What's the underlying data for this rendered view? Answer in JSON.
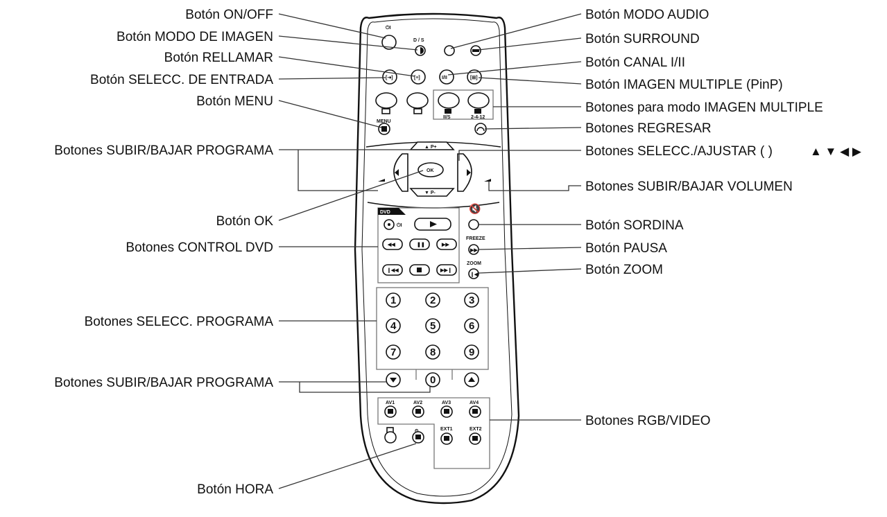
{
  "labels_left": [
    "Botón ON/OFF",
    "Botón MODO DE IMAGEN",
    "Botón RELLAMAR",
    "Botón SELECC. DE ENTRADA",
    "Botón MENU",
    "Botones SUBIR/BAJAR PROGRAMA",
    "Botón OK",
    "Botones CONTROL DVD",
    "Botones SELECC. PROGRAMA",
    "Botones SUBIR/BAJAR PROGRAMA",
    "Botón HORA"
  ],
  "labels_right": [
    "Botón MODO AUDIO",
    "Botón SURROUND",
    "Botón CANAL I/II",
    "Botón IMAGEN MULTIPLE (PinP)",
    "Botones para modo IMAGEN MULTIPLE",
    "Botones REGRESAR",
    "Botones SELECC./AJUSTAR ( )",
    "Botones SUBIR/BAJAR VOLUMEN",
    "Botón SORDINA",
    "Botón PAUSA",
    "Botón ZOOM",
    "Botones RGB/VIDEO"
  ],
  "arrows_glyph": "▲ ▼ ◀ ▶",
  "remote": {
    "dvd_tag": "DVD",
    "digits": [
      "1",
      "2",
      "3",
      "4",
      "5",
      "6",
      "7",
      "8",
      "9",
      "0"
    ],
    "ok": "OK",
    "p_plus": "▲ P+",
    "p_minus": "▼ P-",
    "freeze": "FREEZE",
    "zoom": "ZOOM",
    "menu": "MENU",
    "av": [
      "AV1",
      "AV2",
      "AV3",
      "AV4",
      "EXT1",
      "EXT2"
    ],
    "pip_tags": [
      "II/S",
      "2-4-12"
    ],
    "dv": "D / S"
  },
  "colors": {
    "ink": "#111111",
    "lead": "#333333",
    "frame": "#777777"
  }
}
